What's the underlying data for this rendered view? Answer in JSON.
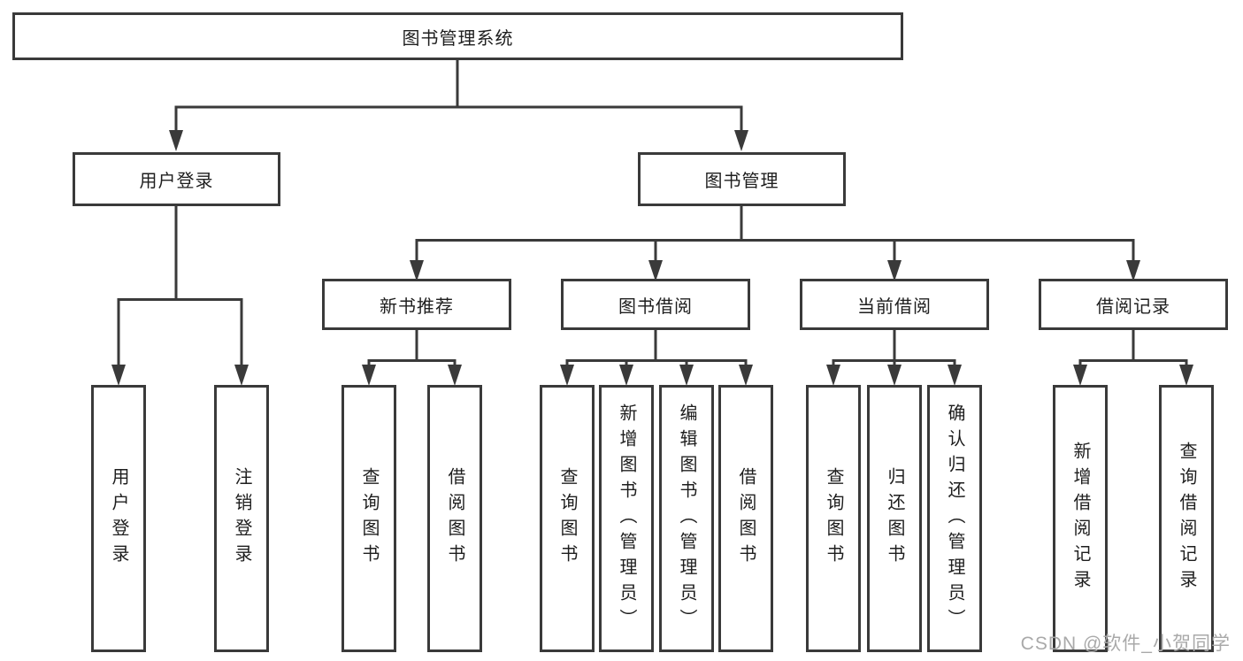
{
  "diagram": {
    "type": "hierarchy-tree",
    "root": {
      "label": "图书管理系统",
      "children": [
        {
          "label": "用户登录",
          "children": [
            {
              "label": "用户登录"
            },
            {
              "label": "注销登录"
            }
          ]
        },
        {
          "label": "图书管理",
          "children": [
            {
              "label": "新书推荐",
              "children": [
                {
                  "label": "查询图书"
                },
                {
                  "label": "借阅图书"
                }
              ]
            },
            {
              "label": "图书借阅",
              "children": [
                {
                  "label": "查询图书"
                },
                {
                  "label": "新增图书（管理员）"
                },
                {
                  "label": "编辑图书（管理员）"
                },
                {
                  "label": "借阅图书"
                }
              ]
            },
            {
              "label": "当前借阅",
              "children": [
                {
                  "label": "查询图书"
                },
                {
                  "label": "归还图书"
                },
                {
                  "label": "确认归还（管理员）"
                }
              ]
            },
            {
              "label": "借阅记录",
              "children": [
                {
                  "label": "新增借阅记录"
                },
                {
                  "label": "查询借阅记录"
                }
              ]
            }
          ]
        }
      ]
    },
    "colors": {
      "line": "#3a3a3a",
      "box_border": "#3a3a3a",
      "box_fill": "#ffffff",
      "text": "#1e1e1e",
      "background": "#ffffff",
      "watermark": "#a9a9a9"
    }
  },
  "watermark": {
    "text": "CSDN @软件_小贺同学"
  }
}
